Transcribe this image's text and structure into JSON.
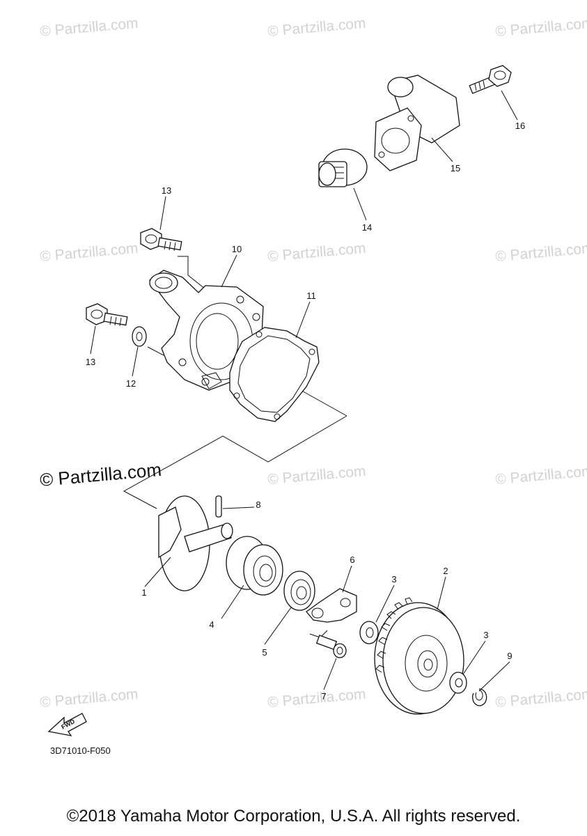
{
  "watermark": {
    "text": "© Partzilla.com",
    "featured_text": "© Partzilla.com"
  },
  "callouts": [
    {
      "id": "1",
      "label": "1"
    },
    {
      "id": "2",
      "label": "2"
    },
    {
      "id": "3a",
      "label": "3"
    },
    {
      "id": "3b",
      "label": "3"
    },
    {
      "id": "4",
      "label": "4"
    },
    {
      "id": "5",
      "label": "5"
    },
    {
      "id": "6",
      "label": "6"
    },
    {
      "id": "7",
      "label": "7"
    },
    {
      "id": "8",
      "label": "8"
    },
    {
      "id": "9",
      "label": "9"
    },
    {
      "id": "10",
      "label": "10"
    },
    {
      "id": "11",
      "label": "11"
    },
    {
      "id": "12",
      "label": "12"
    },
    {
      "id": "13a",
      "label": "13"
    },
    {
      "id": "13b",
      "label": "13"
    },
    {
      "id": "14",
      "label": "14"
    },
    {
      "id": "15",
      "label": "15"
    },
    {
      "id": "16",
      "label": "16"
    }
  ],
  "fwd_label": "FWD",
  "diagram_code": "3D71010-F050",
  "copyright": "©2018 Yamaha Motor Corporation, U.S.A. All rights reserved.",
  "colors": {
    "line": "#111111",
    "watermark": "#d2d2d2",
    "background": "#ffffff"
  }
}
